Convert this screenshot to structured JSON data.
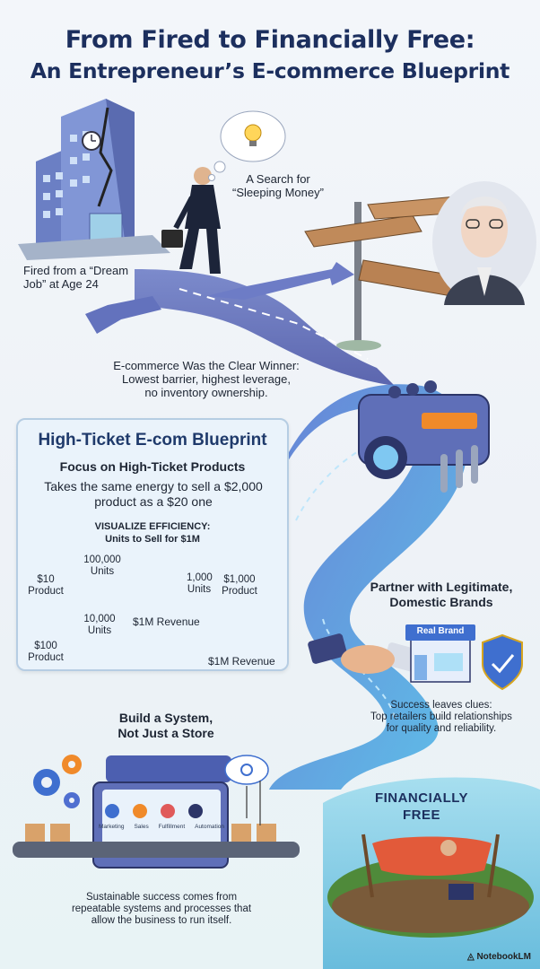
{
  "title": {
    "line1": "From Fired to Financially Free:",
    "line2": "An Entrepreneur’s E-commerce Blueprint"
  },
  "story": {
    "fired": {
      "line1": "Fired from a “Dream",
      "line2": "Job” at Age 24"
    },
    "search": {
      "line1": "A Search for",
      "line2": "“Sleeping Money”"
    },
    "winner": {
      "heading": "E-commerce Was the Clear Winner:",
      "line1": "Lowest barrier, highest leverage,",
      "line2": "no inventory ownership."
    }
  },
  "blueprint": {
    "title": "High-Ticket E-com Blueprint",
    "subtitle": "Focus on High-Ticket Products",
    "desc_line1": "Takes the same energy to sell a $2,000",
    "desc_line2": "product as a $20 one",
    "visualize": "VISUALIZE EFFICIENCY:",
    "visualize_sub": "Units to Sell for $1M",
    "ten_product": {
      "price": "$10",
      "label": "Product",
      "units": "100,000",
      "units_label": "Units"
    },
    "hundred_product": {
      "price": "$100",
      "label": "Product",
      "units": "10,000",
      "units_label": "Units"
    },
    "thousand_product": {
      "price": "$1,000",
      "label": "Product",
      "units": "1,000",
      "units_label": "Units"
    },
    "revenue_left": "$1M Revenue",
    "revenue_right": "$1M Revenue"
  },
  "partner": {
    "heading_line1": "Partner with Legitimate,",
    "heading_line2": "Domestic Brands",
    "store_sign": "Real Brand",
    "clues_heading": "Success leaves clues:",
    "clues_line1": "Top retailers build relationships",
    "clues_line2": "for quality and reliability."
  },
  "system": {
    "heading_line1": "Build a System,",
    "heading_line2": "Not Just a Store",
    "steps": [
      "Marketing",
      "Sales",
      "Fulfillment",
      "Automation"
    ],
    "footer_line1": "Sustainable success comes from",
    "footer_line2": "repeatable systems and processes that",
    "footer_line3": "allow the business to run itself."
  },
  "freedom": {
    "line1": "FINANCIALLY",
    "line2": "FREE"
  },
  "watermark": "NotebookLM",
  "colors": {
    "title": "#1c2f5e",
    "panel": "#eaf3fb",
    "road": "#5a6bb8",
    "stream": "#4aa8e0"
  }
}
